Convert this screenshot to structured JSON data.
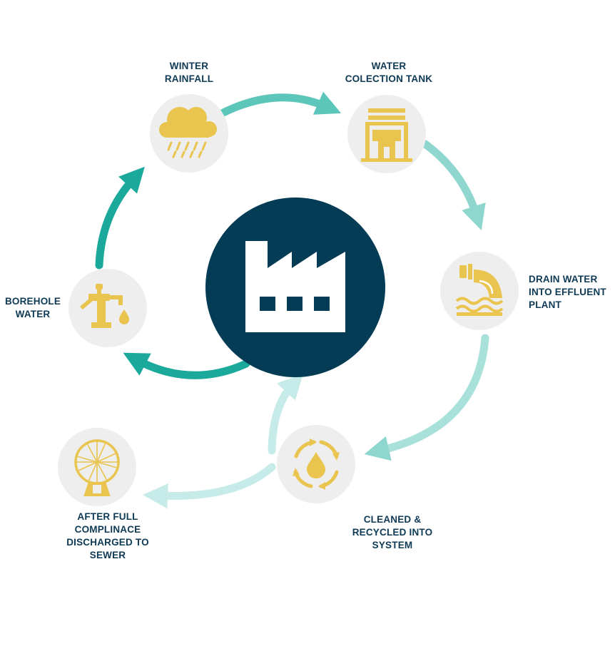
{
  "colors": {
    "hub": "#043b55",
    "node_bg": "#eeeeee",
    "icon": "#e9c44f",
    "label": "#0f3a55",
    "arrow_dark": "#1aa99a",
    "arrow_mid": "#5cc6bb",
    "arrow_light": "#8fd6cf",
    "arrow_pale": "#c6ebe8"
  },
  "hub": {
    "icon": "factory-icon"
  },
  "nodes": [
    {
      "id": "winter-rainfall",
      "icon": "rain-cloud-icon",
      "lines": [
        "WINTER",
        "RAINFALL"
      ]
    },
    {
      "id": "water-collection-tank",
      "icon": "storage-tank-icon",
      "lines": [
        "WATER",
        "COLECTION TANK"
      ]
    },
    {
      "id": "drain-water-effluent",
      "icon": "drain-pipe-icon",
      "lines": [
        "DRAIN WATER",
        "INTO EFFLUENT",
        "PLANT"
      ]
    },
    {
      "id": "cleaned-recycled",
      "icon": "recycle-drop-icon",
      "lines": [
        "CLEANED &",
        "RECYCLED INTO",
        "SYSTEM"
      ]
    },
    {
      "id": "discharged-to-sewer",
      "icon": "sewer-grate-icon",
      "lines": [
        "AFTER FULL",
        "COMPLINACE",
        "DISCHARGED TO",
        "SEWER"
      ]
    },
    {
      "id": "borehole-water",
      "icon": "water-pump-icon",
      "lines": [
        "BOREHOLE",
        "WATER"
      ]
    }
  ]
}
